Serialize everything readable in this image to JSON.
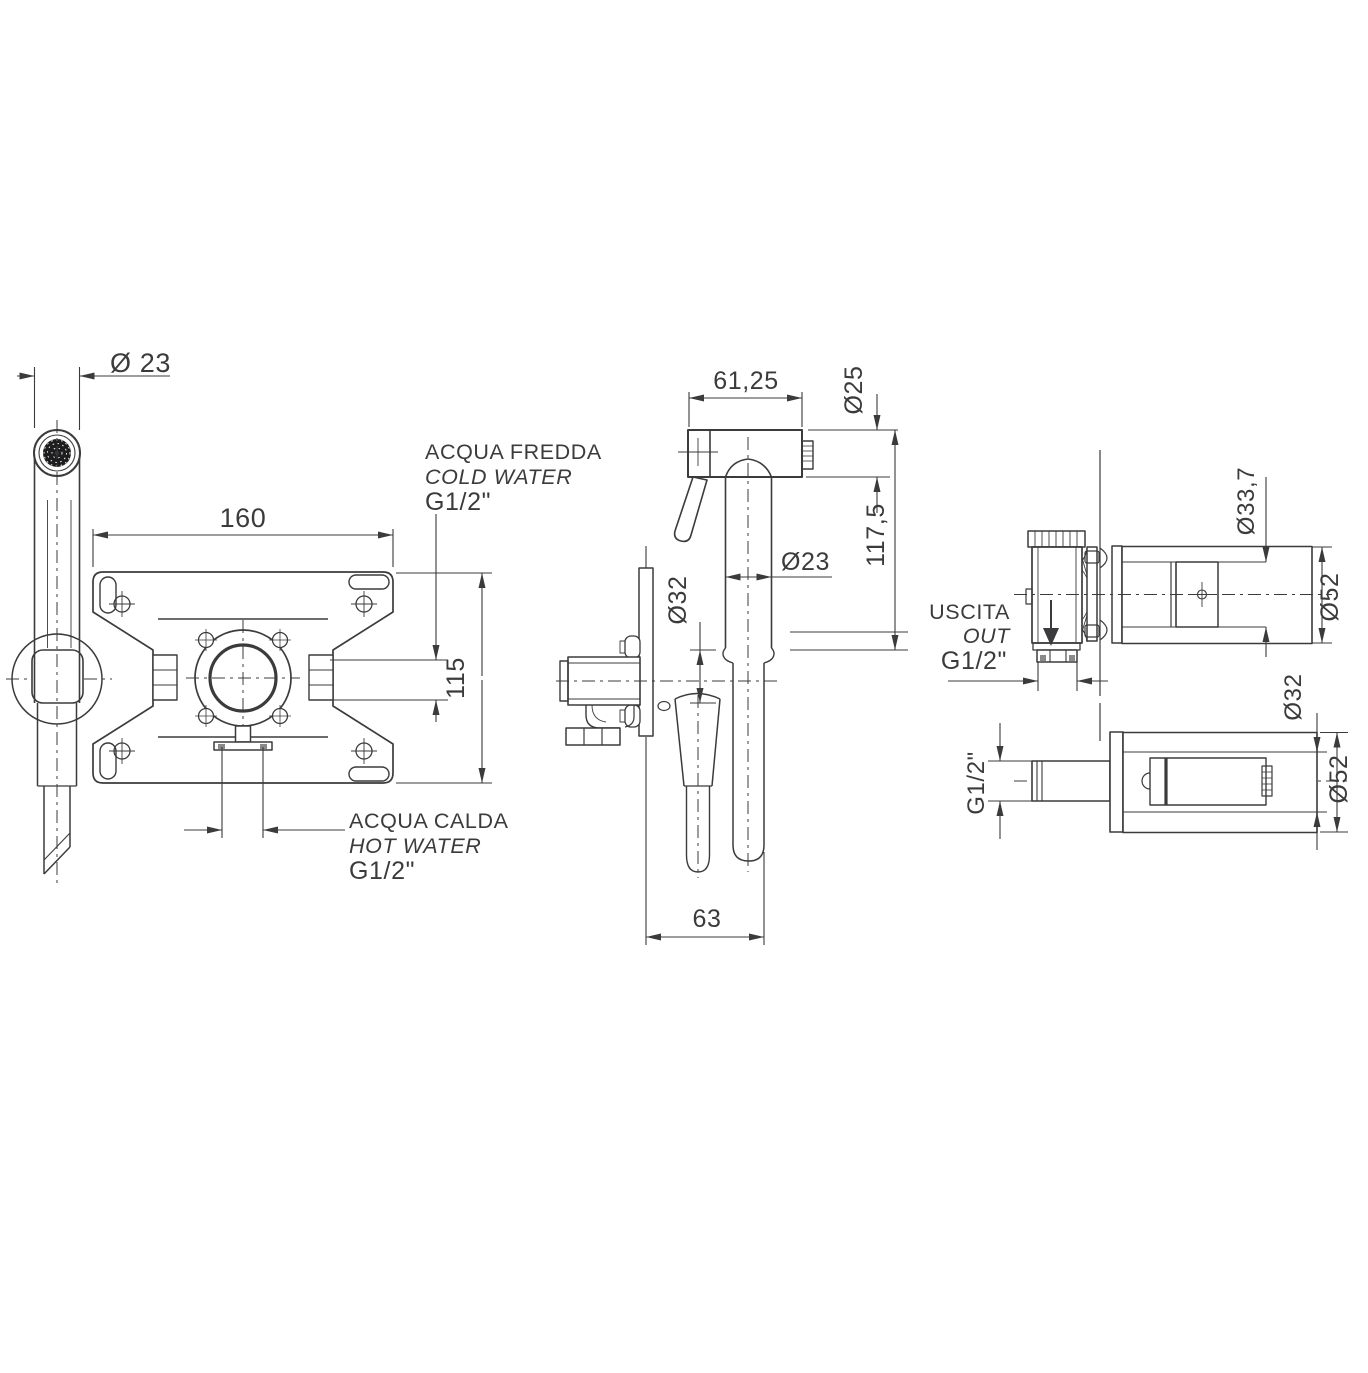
{
  "drawing_type": "technical-installation-diagram",
  "line_color": "#3b3b3d",
  "labels": {
    "front_view": {
      "head_diameter": "Ø 23",
      "plate_width": "160",
      "plate_height": "115",
      "cold_water": {
        "l1": "ACQUA FREDDA",
        "l2": "COLD WATER",
        "l3": "G1/2\""
      },
      "hot_water": {
        "l1": "ACQUA CALDA",
        "l2": "HOT WATER",
        "l3": "G1/2\""
      }
    },
    "side_view": {
      "head_width": "61,25",
      "head_diameter": "Ø25",
      "height": "117,5",
      "wand_diameter": "Ø23",
      "holder_diameter": "Ø32",
      "depth": "63"
    },
    "outlet_view": {
      "l1": "USCITA",
      "l2": "OUT",
      "l3": "G1/2\"",
      "trim_diameter": "Ø33,7",
      "sleeve_diameter": "Ø52"
    },
    "holder_view": {
      "thread": "G1/2\"",
      "inner_diameter": "Ø32",
      "sleeve_diameter": "Ø52"
    }
  }
}
